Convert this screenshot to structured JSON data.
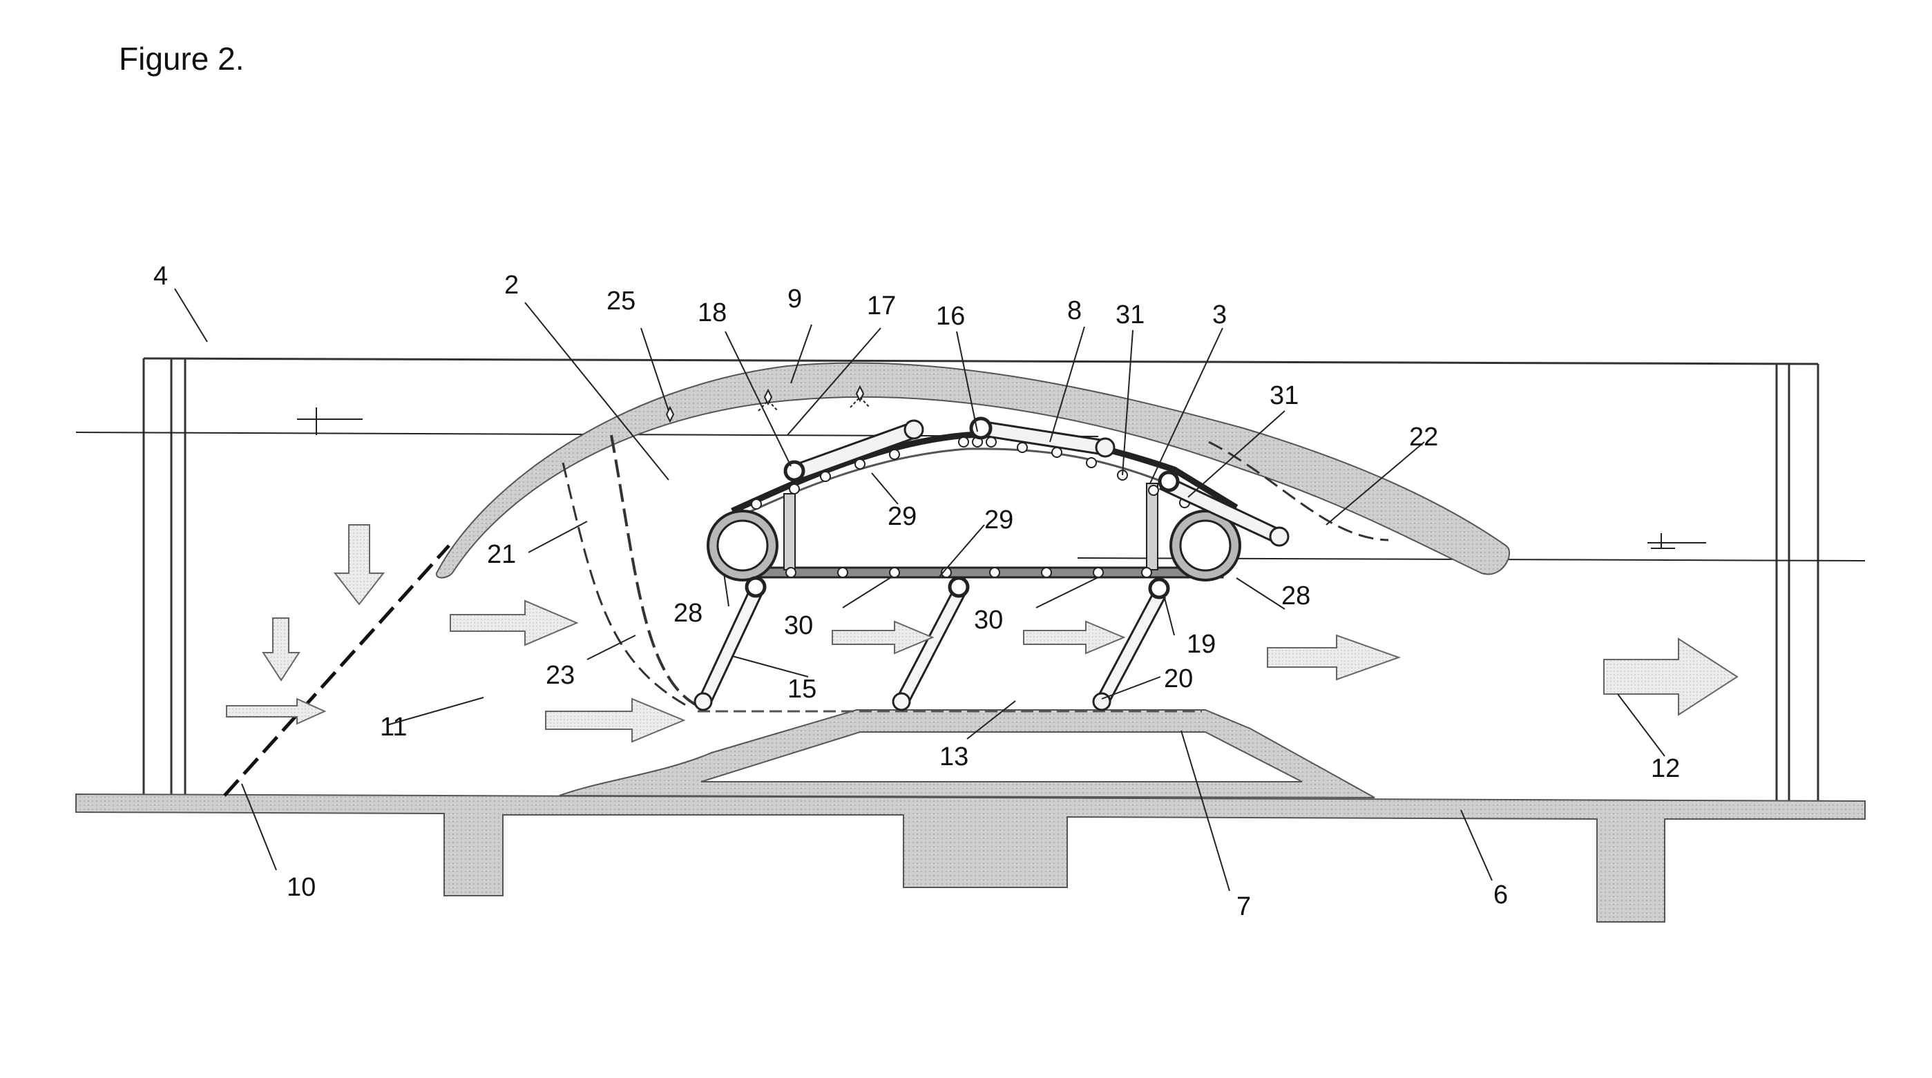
{
  "figure": {
    "title": "Figure 2."
  },
  "labels": {
    "l2": "2",
    "l3": "3",
    "l4": "4",
    "l6": "6",
    "l7": "7",
    "l8": "8",
    "l9": "9",
    "l10": "10",
    "l11": "11",
    "l12": "12",
    "l13": "13",
    "l15": "15",
    "l16": "16",
    "l17": "17",
    "l18": "18",
    "l19": "19",
    "l20": "20",
    "l21": "21",
    "l22": "22",
    "l23": "23",
    "l25": "25",
    "l28a": "28",
    "l28b": "28",
    "l29a": "29",
    "l29b": "29",
    "l30a": "30",
    "l30b": "30",
    "l31a": "31",
    "l31b": "31"
  },
  "colors": {
    "fill": "#c9c9c9",
    "stroke": "#555555",
    "line": "#222222"
  }
}
